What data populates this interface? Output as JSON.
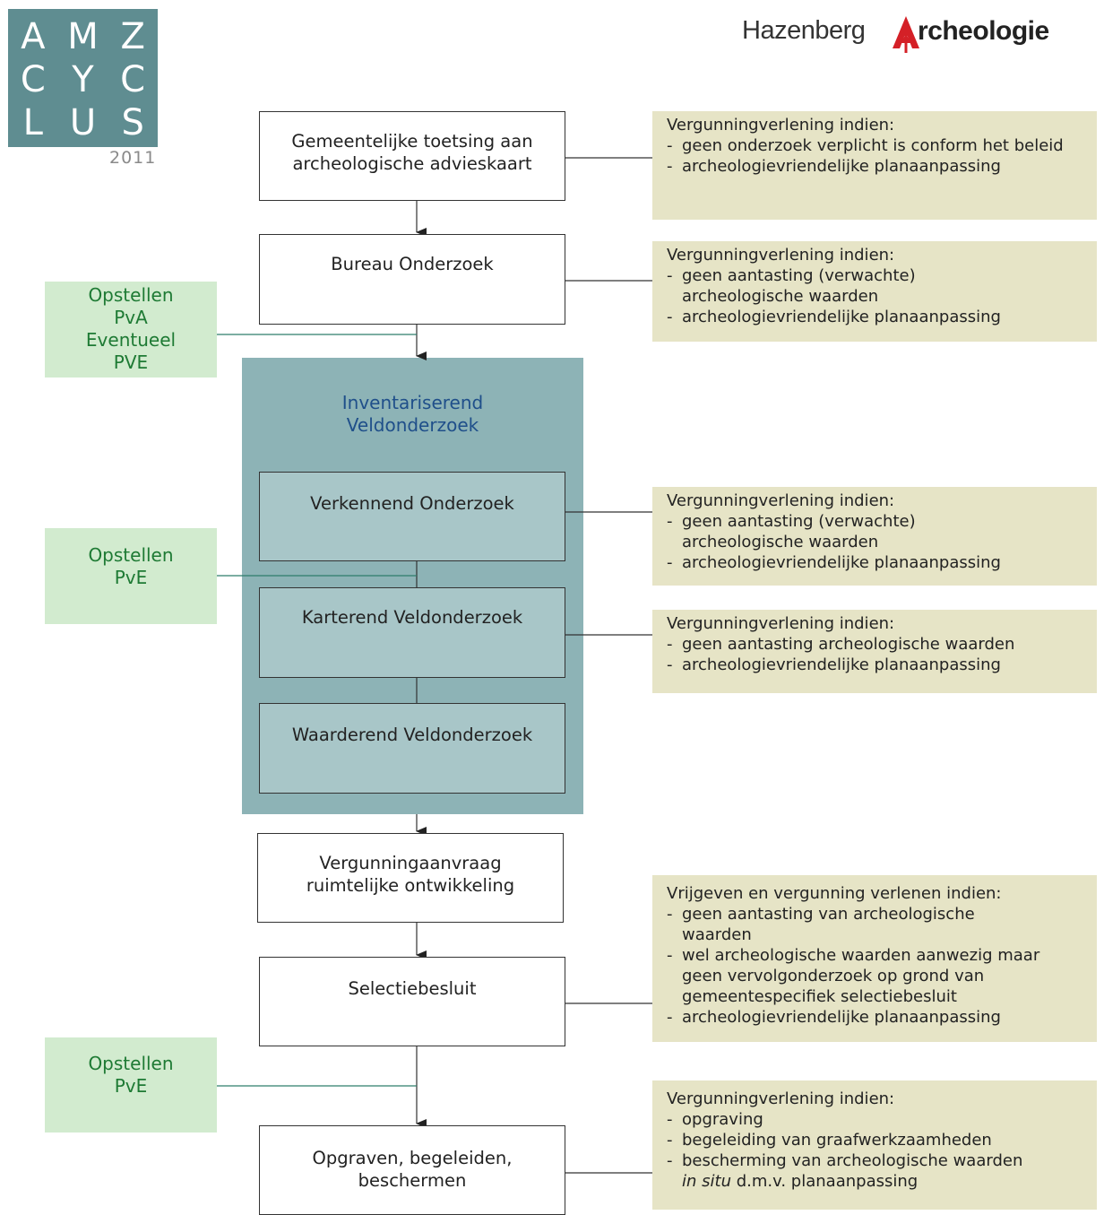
{
  "logo_amz": {
    "rows": [
      [
        "A",
        "M",
        "Z"
      ],
      [
        "C",
        "Y",
        "C"
      ],
      [
        "L",
        "U",
        "S"
      ]
    ],
    "year": "2011"
  },
  "logo_hazenberg": {
    "light": "Hazenberg",
    "bold": "rcheologie"
  },
  "flow": {
    "toetsing": [
      "Gemeentelijke toetsing aan",
      "archeologische advieskaart"
    ],
    "bureau": "Bureau Onderzoek",
    "inventariserend": [
      "Inventariserend",
      "Veldonderzoek"
    ],
    "verkennend": "Verkennend Onderzoek",
    "karterend": "Karterend Veldonderzoek",
    "waarderend": "Waarderend Veldonderzoek",
    "vergunningaanvraag": [
      "Vergunningaanvraag",
      "ruimtelijke ontwikkeling"
    ],
    "selectiebesluit": "Selectiebesluit",
    "opgraven": [
      "Opgraven, begeleiden,",
      "beschermen"
    ]
  },
  "left": {
    "pva": [
      "Opstellen",
      "PvA",
      "Eventueel",
      "PVE"
    ],
    "pve1": [
      "Opstellen",
      "PvE"
    ],
    "pve2": [
      "Opstellen",
      "PvE"
    ]
  },
  "notes": {
    "n1": {
      "head": "Vergunningverlening indien:",
      "items": [
        "geen onderzoek verplicht is conform het beleid",
        "archeologievriendelijke planaanpassing"
      ]
    },
    "n2": {
      "head": "Vergunningverlening indien:",
      "items": [
        "geen aantasting (verwachte) archeologische waarden",
        "archeologievriendelijke planaanpassing"
      ]
    },
    "n3": {
      "head": "Vergunningverlening indien:",
      "items": [
        "geen aantasting (verwachte) archeologische waarden",
        "archeologievriendelijke planaanpassing"
      ]
    },
    "n4": {
      "head": "Vergunningverlening indien:",
      "items": [
        "geen aantasting archeologische waarden",
        "archeologievriendelijke planaanpassing"
      ]
    },
    "n5": {
      "head": "Vrijgeven en vergunning verlenen indien:",
      "items": [
        "geen aantasting van archeologische waarden",
        "wel archeologische waarden aanwezig maar geen vervolgonderzoek op grond van gemeentespecifiek selectiebesluit",
        "archeologievriendelijke planaanpassing"
      ]
    },
    "n6": {
      "head": "Vergunningverlening indien:",
      "items": [
        "opgraving",
        "begeleiding van graafwerkzaamheden",
        "bescherming van archeologische waarden"
      ],
      "last_italic": "in situ",
      "last_rest": " d.m.v. planaanpassing"
    }
  },
  "colors": {
    "amz_teal": "#5f8d91",
    "panel_teal": "#8db3b6",
    "inner_teal": "#a8c6c8",
    "title_blue": "#1f4f8a",
    "note_beige": "#e6e4c6",
    "green_fill": "#d2ebcf",
    "green_text": "#1e7a34",
    "logo_red": "#d42027"
  }
}
